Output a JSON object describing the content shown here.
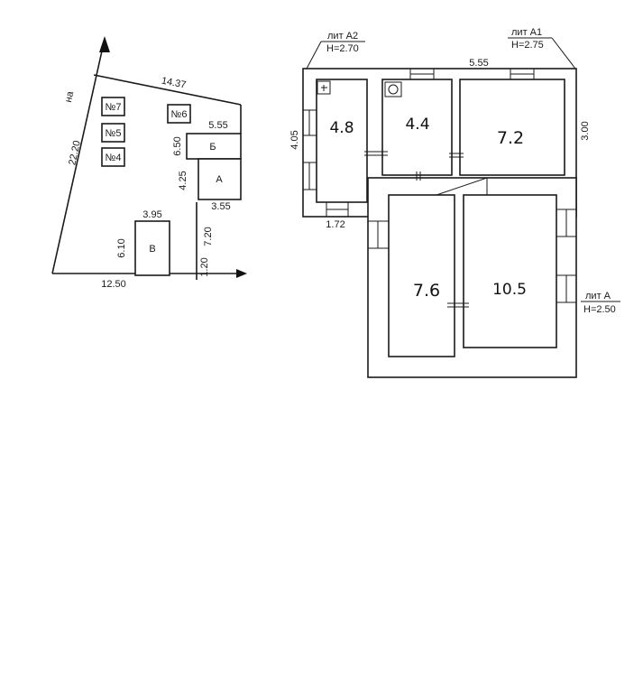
{
  "site_plan": {
    "dim_left": "22.20",
    "dim_top": "14.37",
    "dim_bottom": "12.50",
    "label_top_left": "на",
    "plot_labels": [
      "№7",
      "№5",
      "№4",
      "№6"
    ],
    "building_b": {
      "label": "Б",
      "width": "5.55",
      "height": "6.50"
    },
    "building_a": {
      "label": "А",
      "width": "3.55",
      "height": "4.25"
    },
    "building_v": {
      "label": "В",
      "width": "3.95",
      "height": "6.10"
    },
    "dim_right_1": "7.20",
    "dim_right_2": "1.20"
  },
  "floor_plan": {
    "lit_a2": "лит А2",
    "h_a2": "H=2.70",
    "lit_a1": "лит А1",
    "h_a1": "H=2.75",
    "lit_a": "лит А",
    "h_a": "H=2.50",
    "dim_top": "5.55",
    "dim_left": "4.05",
    "dim_right": "3.00",
    "dim_bottom": "1.72",
    "rooms": [
      "4.8",
      "4.4",
      "7.2",
      "7.6",
      "10.5"
    ]
  }
}
